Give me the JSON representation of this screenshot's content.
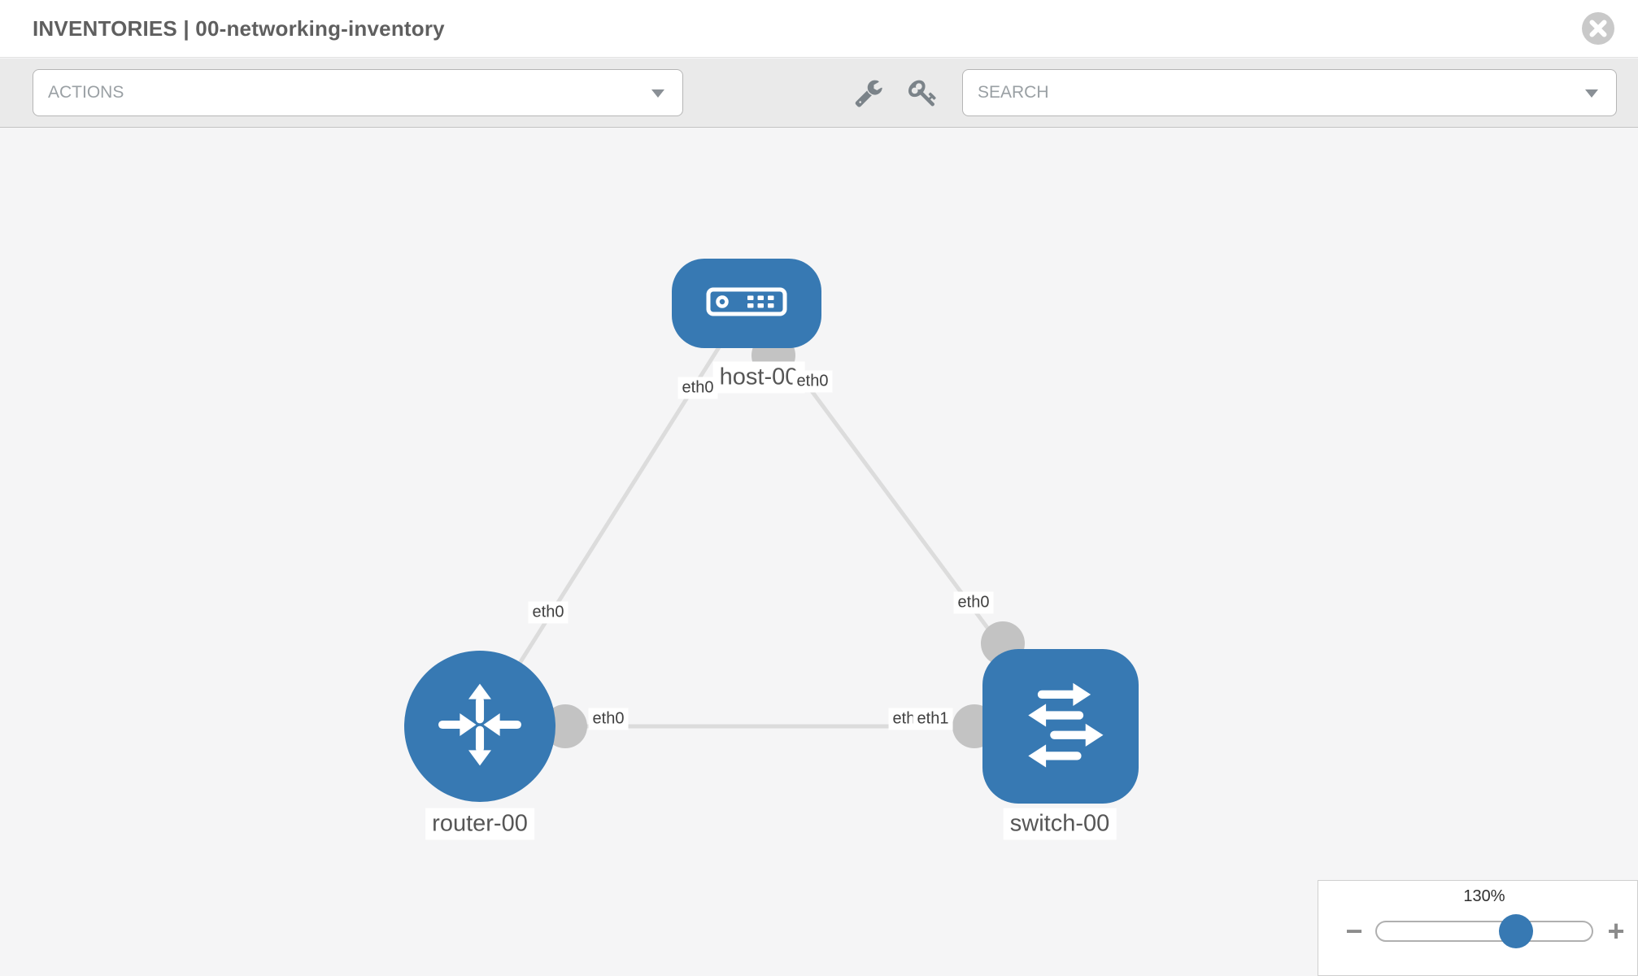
{
  "header": {
    "title": "INVENTORIES | 00-networking-inventory"
  },
  "toolbar": {
    "actions_placeholder": "ACTIONS",
    "search_placeholder": "SEARCH",
    "icons": {
      "wrench": "wrench-icon",
      "key": "key-icon",
      "close": "circle-x-icon",
      "caret": "caret-down-icon"
    }
  },
  "diagram": {
    "nodes": [
      {
        "id": "host-00",
        "label": "host-00",
        "type": "host"
      },
      {
        "id": "router-00",
        "label": "router-00",
        "type": "router"
      },
      {
        "id": "switch-00",
        "label": "switch-00",
        "type": "switch"
      }
    ],
    "links": [
      {
        "from": "host-00",
        "to": "router-00",
        "from_interface": "eth0",
        "to_interface": "eth0"
      },
      {
        "from": "host-00",
        "to": "switch-00",
        "from_interface": "eth0",
        "to_interface": "eth0"
      },
      {
        "from": "router-00",
        "to": "switch-00",
        "from_interface": "eth0",
        "to_interface": "eth1"
      }
    ],
    "interface_labels": [
      {
        "text": "eth0"
      },
      {
        "text": "eth0"
      },
      {
        "text": "eth0"
      },
      {
        "text": "eth0"
      },
      {
        "text": "eth0"
      },
      {
        "text": "eth0"
      },
      {
        "text": "eth1"
      }
    ]
  },
  "zoom_control": {
    "value": "130%",
    "minus_label": "−",
    "plus_label": "+",
    "percent": 65
  },
  "colors": {
    "node_blue": "#3779b3",
    "link_gray": "#dcdcdc",
    "connector_gray": "#c3c3c3",
    "toolbar_bg": "#eaeaea",
    "canvas_bg": "#f5f5f6"
  }
}
